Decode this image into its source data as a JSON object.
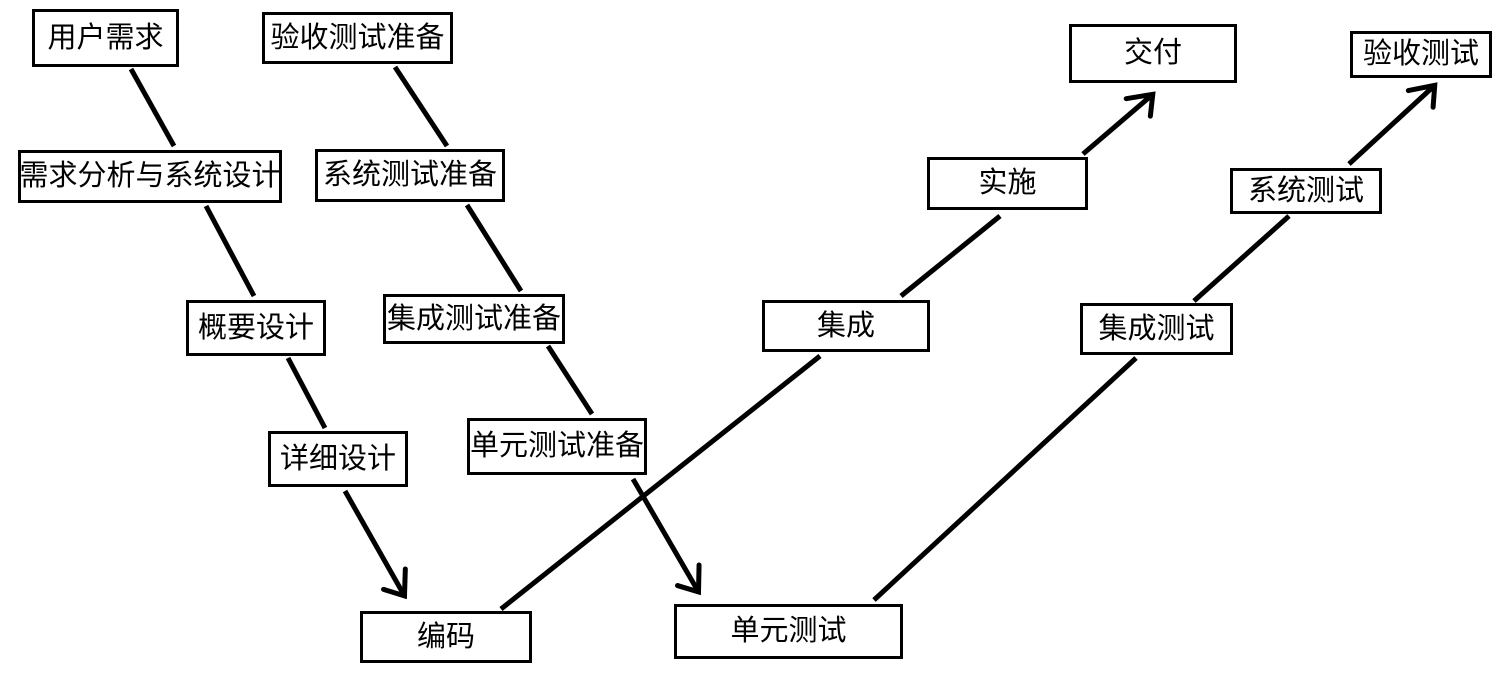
{
  "diagram": {
    "type": "flow-diagram",
    "description_visible_text_only": true,
    "colors": {
      "background": "#ffffff",
      "box_border": "#000000",
      "box_fill": "#ffffff",
      "text": "#000000",
      "line": "#000000"
    },
    "nodes": [
      {
        "id": "user-requirements",
        "label": "用户需求"
      },
      {
        "id": "requirements-analysis-and-system-design",
        "label": "需求分析与系统设计"
      },
      {
        "id": "high-level-design",
        "label": "概要设计"
      },
      {
        "id": "detailed-design",
        "label": "详细设计"
      },
      {
        "id": "coding",
        "label": "编码"
      },
      {
        "id": "acceptance-test-preparation",
        "label": "验收测试准备"
      },
      {
        "id": "system-test-preparation",
        "label": "系统测试准备"
      },
      {
        "id": "integration-test-preparation",
        "label": "集成测试准备"
      },
      {
        "id": "unit-test-preparation",
        "label": "单元测试准备"
      },
      {
        "id": "unit-testing",
        "label": "单元测试"
      },
      {
        "id": "integration",
        "label": "集成"
      },
      {
        "id": "implementation",
        "label": "实施"
      },
      {
        "id": "delivery",
        "label": "交付"
      },
      {
        "id": "integration-testing",
        "label": "集成测试"
      },
      {
        "id": "system-testing",
        "label": "系统测试"
      },
      {
        "id": "acceptance-testing",
        "label": "验收测试"
      }
    ],
    "edges": [
      {
        "from": "user-requirements",
        "to": "requirements-analysis-and-system-design",
        "arrowhead": false
      },
      {
        "from": "requirements-analysis-and-system-design",
        "to": "high-level-design",
        "arrowhead": false
      },
      {
        "from": "high-level-design",
        "to": "detailed-design",
        "arrowhead": false
      },
      {
        "from": "detailed-design",
        "to": "coding",
        "arrowhead": true
      },
      {
        "from": "acceptance-test-preparation",
        "to": "system-test-preparation",
        "arrowhead": false
      },
      {
        "from": "system-test-preparation",
        "to": "integration-test-preparation",
        "arrowhead": false
      },
      {
        "from": "integration-test-preparation",
        "to": "unit-test-preparation",
        "arrowhead": false
      },
      {
        "from": "unit-test-preparation",
        "to": "unit-testing",
        "arrowhead": true
      },
      {
        "from": "coding",
        "to": "integration",
        "arrowhead": false
      },
      {
        "from": "integration",
        "to": "implementation",
        "arrowhead": false
      },
      {
        "from": "implementation",
        "to": "delivery",
        "arrowhead": true
      },
      {
        "from": "unit-testing",
        "to": "integration-testing",
        "arrowhead": false
      },
      {
        "from": "integration-testing",
        "to": "system-testing",
        "arrowhead": false
      },
      {
        "from": "system-testing",
        "to": "acceptance-testing",
        "arrowhead": true
      }
    ]
  }
}
